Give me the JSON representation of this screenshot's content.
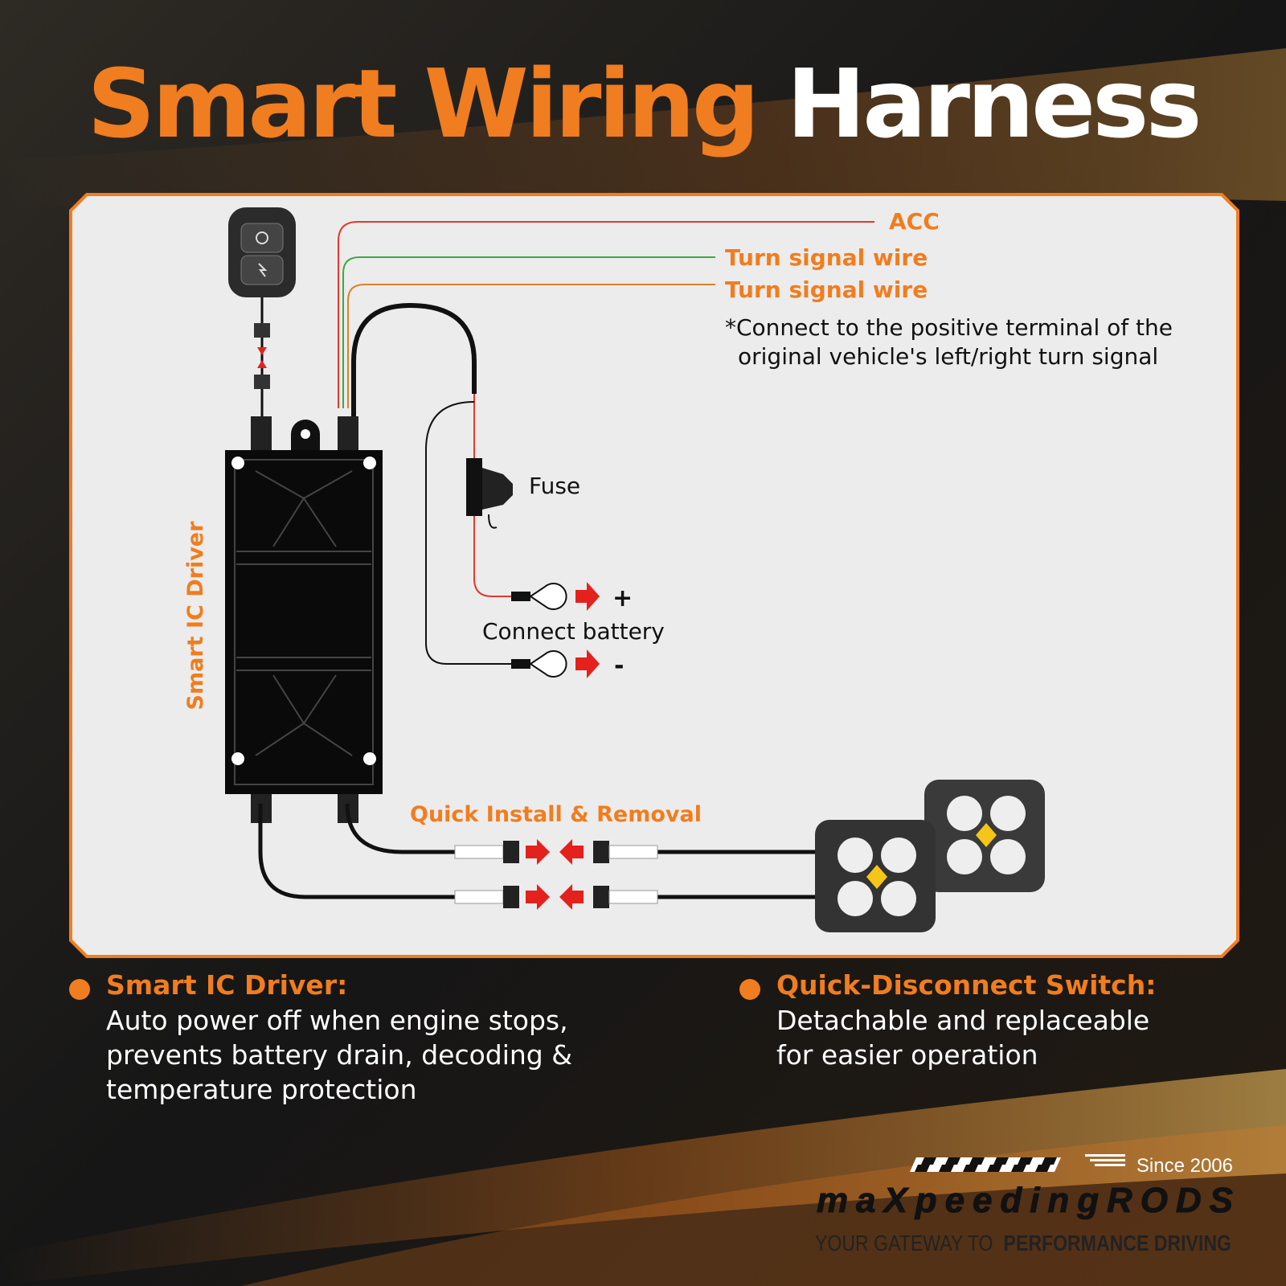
{
  "title": {
    "part1": "Smart Wiring",
    "part2": "Harness"
  },
  "diagram": {
    "acc_label": "ACC",
    "turn_signal_1": "Turn signal wire",
    "turn_signal_2": "Turn signal wire",
    "note_line1": "*Connect to the positive terminal of the",
    "note_line2": "original vehicle's left/right turn signal",
    "fuse_label": "Fuse",
    "battery_label": "Connect battery",
    "positive_sign": "+",
    "negative_sign": "-",
    "driver_label": "Smart IC Driver",
    "quick_install_label": "Quick Install & Removal"
  },
  "features": [
    {
      "heading": "Smart IC Driver:",
      "lines": [
        "Auto power off when engine stops,",
        "prevents battery drain, decoding &",
        "temperature protection"
      ]
    },
    {
      "heading": "Quick-Disconnect Switch:",
      "lines": [
        "Detachable and replaceable",
        "for easier operation"
      ]
    }
  ],
  "brand": {
    "since": "Since 2006",
    "logo": "maXpeedingRODS",
    "tagline_light": "YOUR GATEWAY TO",
    "tagline_bold": "PERFORMANCE DRIVING"
  },
  "colors": {
    "accent": "#f07d1f",
    "panel": "#ececec",
    "wire_red": "#e03a2f",
    "wire_green": "#3cab3c",
    "arrow_red": "#e4211c"
  }
}
